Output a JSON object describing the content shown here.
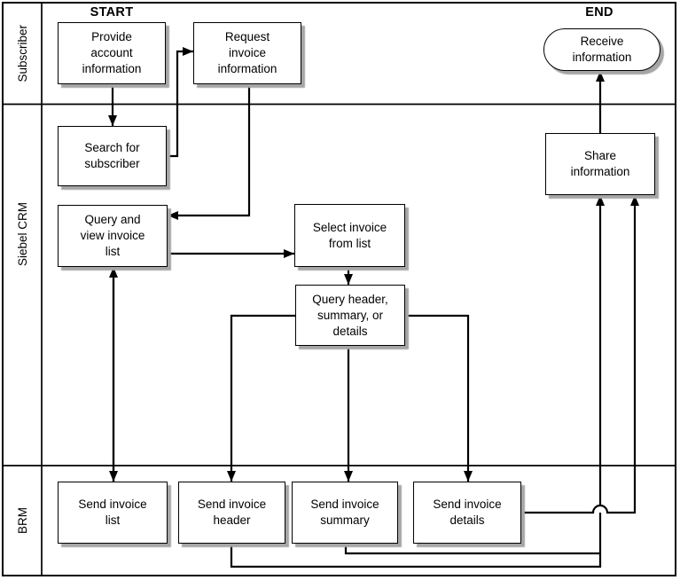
{
  "diagram": {
    "type": "swimlane-flowchart",
    "labels": {
      "start": "START",
      "end": "END"
    },
    "lanes": [
      {
        "label": "Subscriber"
      },
      {
        "label": "Siebel CRM"
      },
      {
        "label": "BRM"
      }
    ],
    "nodes": {
      "provide_account": {
        "label": "Provide account information",
        "lane": "Subscriber",
        "shape": "process"
      },
      "request_invoice": {
        "label": "Request invoice information",
        "lane": "Subscriber",
        "shape": "process"
      },
      "receive_information": {
        "label": "Receive information",
        "lane": "Subscriber",
        "shape": "terminator"
      },
      "search_subscriber": {
        "label": "Search for subscriber",
        "lane": "Siebel CRM",
        "shape": "process"
      },
      "query_view_list": {
        "label": "Query and view invoice list",
        "lane": "Siebel CRM",
        "shape": "process"
      },
      "select_invoice": {
        "label": "Select invoice from list",
        "lane": "Siebel CRM",
        "shape": "process"
      },
      "query_header": {
        "label": "Query header, summary, or details",
        "lane": "Siebel CRM",
        "shape": "process"
      },
      "share_information": {
        "label": "Share information",
        "lane": "Siebel CRM",
        "shape": "process"
      },
      "send_list": {
        "label": "Send invoice list",
        "lane": "BRM",
        "shape": "process"
      },
      "send_header": {
        "label": "Send invoice header",
        "lane": "BRM",
        "shape": "process"
      },
      "send_summary": {
        "label": "Send invoice summary",
        "lane": "BRM",
        "shape": "process"
      },
      "send_details": {
        "label": "Send invoice details",
        "lane": "BRM",
        "shape": "process"
      }
    },
    "edges": [
      {
        "from": "provide_account",
        "to": "search_subscriber"
      },
      {
        "from": "search_subscriber",
        "to": "request_invoice"
      },
      {
        "from": "request_invoice",
        "to": "query_view_list"
      },
      {
        "from": "query_view_list",
        "to": "select_invoice"
      },
      {
        "from": "select_invoice",
        "to": "query_header"
      },
      {
        "from": "query_view_list",
        "to": "send_list",
        "bidirectional": true
      },
      {
        "from": "query_header",
        "to": "send_header"
      },
      {
        "from": "query_header",
        "to": "send_summary"
      },
      {
        "from": "query_header",
        "to": "send_details"
      },
      {
        "from": "send_header",
        "to": "share_information"
      },
      {
        "from": "send_summary",
        "to": "share_information"
      },
      {
        "from": "send_details",
        "to": "share_information"
      },
      {
        "from": "share_information",
        "to": "receive_information"
      }
    ],
    "colors": {
      "line": "#000000",
      "box_fill": "#ffffff",
      "box_border": "#000000",
      "shadow": "#a6a6a6",
      "background": "#ffffff"
    }
  }
}
